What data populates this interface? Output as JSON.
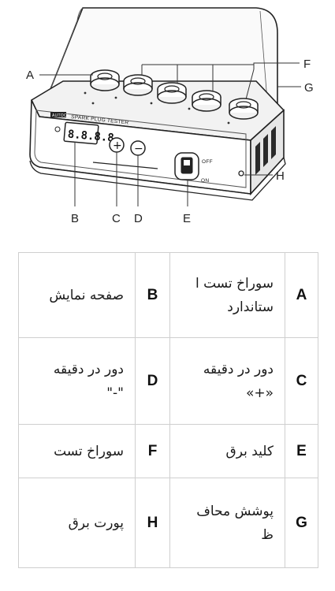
{
  "device": {
    "brand": "AUTOOL",
    "model_text": "SPARK PLUG TESTER",
    "display_readout": "8.8.8.8",
    "plus_symbol": "+",
    "minus_symbol": "−",
    "switch_on": "ON",
    "switch_off": "OFF"
  },
  "callouts": [
    "A",
    "B",
    "C",
    "D",
    "E",
    "F",
    "G",
    "H"
  ],
  "legend_rows": [
    {
      "left": {
        "letter": "A",
        "text_line1": "سوراخ تست ا",
        "text_line2": "ستاندارد"
      },
      "right": {
        "letter": "B",
        "text_line1": "صفحه نمایش",
        "text_line2": ""
      }
    },
    {
      "left": {
        "letter": "C",
        "text_line1": "دور در دقیقه",
        "text_line2": "«+»"
      },
      "right": {
        "letter": "D",
        "text_line1": "دور در دقیقه",
        "text_line2": "\"-\""
      }
    },
    {
      "left": {
        "letter": "E",
        "text_line1": "کلید برق",
        "text_line2": ""
      },
      "right": {
        "letter": "F",
        "text_line1": "سوراخ تست",
        "text_line2": ""
      }
    },
    {
      "left": {
        "letter": "G",
        "text_line1": "پوشش محاف",
        "text_line2": "ظ"
      },
      "right": {
        "letter": "H",
        "text_line1": "پورت برق",
        "text_line2": ""
      }
    }
  ]
}
